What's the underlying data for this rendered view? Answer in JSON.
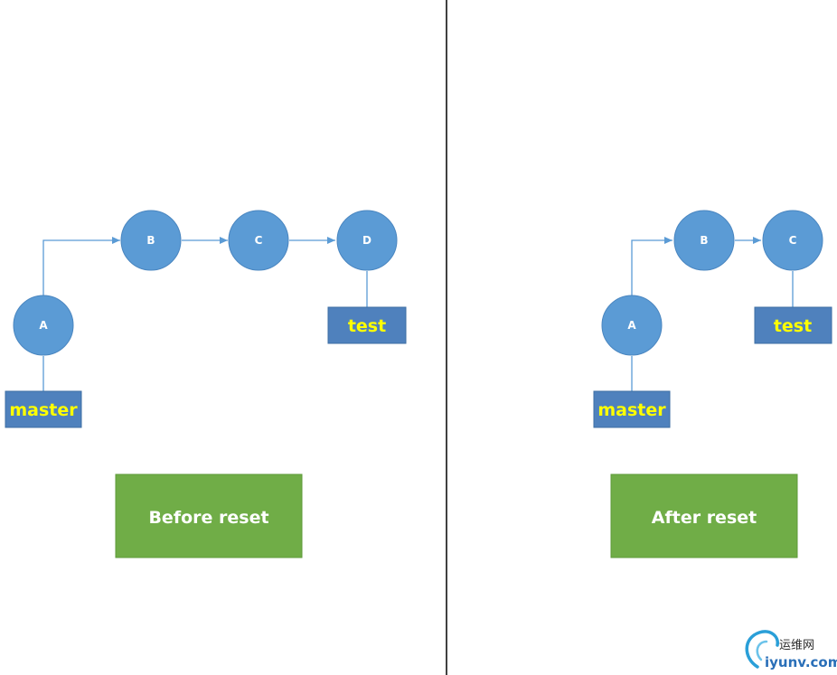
{
  "colors": {
    "node_fill": "#5b9bd5",
    "node_stroke": "#4a86c0",
    "edge": "#5b9bd5",
    "tag_fill": "#4f81bd",
    "tag_text": "#ffff00",
    "box_fill": "#70ad47",
    "divider": "#000000"
  },
  "before": {
    "nodes": {
      "a": "A",
      "b": "B",
      "c": "C",
      "d": "D"
    },
    "tags": {
      "master": "master",
      "test": "test"
    },
    "caption": "Before reset"
  },
  "after": {
    "nodes": {
      "a": "A",
      "b": "B",
      "c": "C"
    },
    "tags": {
      "master": "master",
      "test": "test"
    },
    "caption": "After reset"
  },
  "watermark": {
    "icon": "swirl-logo-icon",
    "cn_text": "运维网",
    "en_text": "iyunv.com"
  }
}
